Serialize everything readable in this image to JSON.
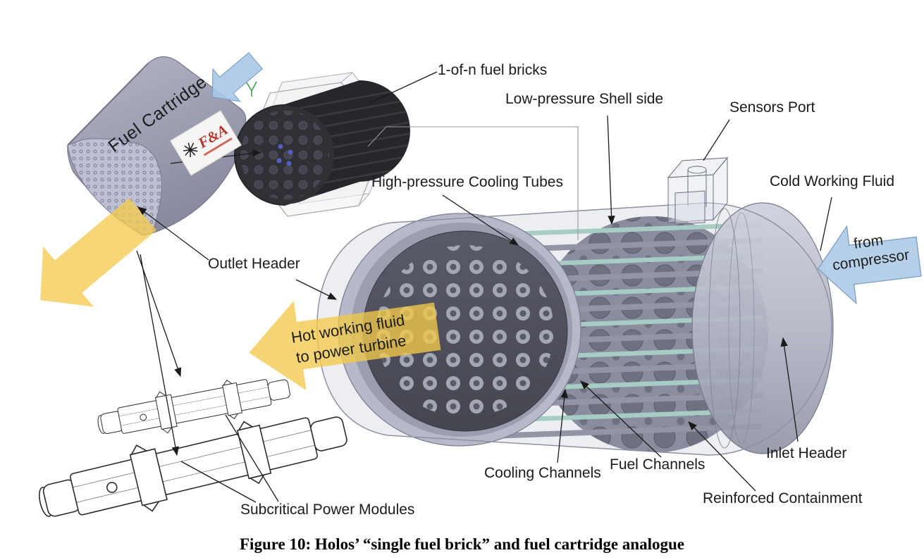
{
  "caption": "Figure 10: Holos’ “single fuel brick” and fuel cartridge analogue",
  "labels": {
    "fuel_cartridge": "Fuel Cartridge",
    "one_of_n_fuel_bricks": "1-of-n fuel bricks",
    "low_pressure_shell_side": "Low-pressure Shell side",
    "sensors_port": "Sensors Port",
    "cold_working_fluid": "Cold Working Fluid",
    "high_pressure_cooling_tubes": "High-pressure Cooling Tubes",
    "outlet_header": "Outlet Header",
    "cooling_channels": "Cooling Channels",
    "fuel_channels": "Fuel Channels",
    "inlet_header": "Inlet Header",
    "reinforced_containment": "Reinforced Containment",
    "subcritical_power_modules": "Subcritical Power Modules"
  },
  "flow_arrows": {
    "hot": {
      "line1": "Hot working fluid",
      "line2": "to power turbine",
      "color": "#F2C94C"
    },
    "cold": {
      "line1": "from",
      "line2": "compressor",
      "color": "#AEC9E8"
    }
  },
  "logo": {
    "text": "F&A"
  },
  "colors": {
    "hot_arrow_yellow": "#F2C94C",
    "cold_arrow_blue": "#AEC9E8",
    "cooling_tube_teal": "#A6CCC3",
    "vessel_gray": "#B9BCCA",
    "dark_header_gray": "#4D4E5A",
    "fa_logo_red": "#B5342C",
    "label_text": "#1B1B1B"
  }
}
